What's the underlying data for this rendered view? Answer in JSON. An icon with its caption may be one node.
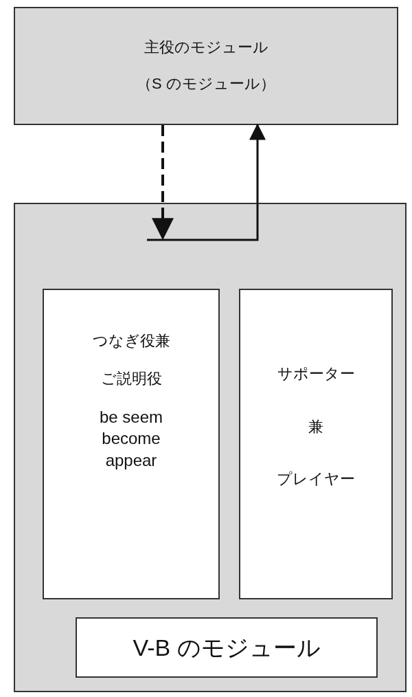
{
  "diagram": {
    "nodes": [
      {
        "text": [
          "主役のモジュール",
          "（S のモジュール）"
        ]
      },
      {
        "text": [],
        "shape": "box"
      },
      {
        "text": [
          "つなぎ役兼",
          "ご説明役",
          "be seem become appear"
        ],
        "in": 1
      },
      {
        "text": [
          "サポーター",
          "兼",
          "プレイヤー"
        ],
        "in": 1
      },
      {
        "text": [
          "V-B のモジュール"
        ],
        "in": 1
      }
    ],
    "edges": [
      {
        "from": 0,
        "to": 1,
        "arrow": "to",
        "style": "dashed"
      },
      {
        "from": 1,
        "to": 0,
        "arrow": "to"
      }
    ]
  }
}
